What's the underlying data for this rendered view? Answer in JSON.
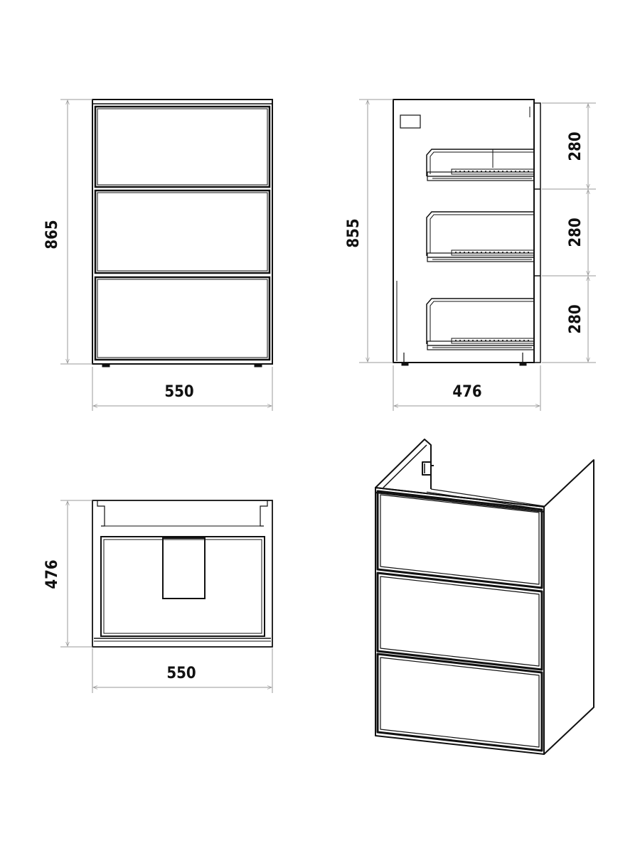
{
  "colors": {
    "line": "#111111",
    "dimension": "#9a9a9a",
    "background": "#ffffff"
  },
  "front_view": {
    "height_label": "865",
    "width_label": "550"
  },
  "side_view": {
    "height_label": "855",
    "depth_label": "476",
    "drawer_1_label": "280",
    "drawer_2_label": "280",
    "drawer_3_label": "280"
  },
  "top_view": {
    "depth_label": "476",
    "width_label": "550"
  }
}
